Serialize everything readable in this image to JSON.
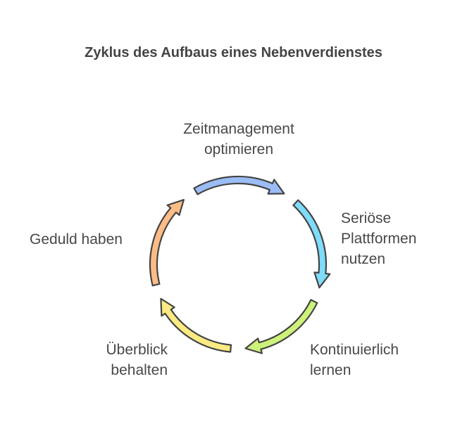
{
  "title": "Zyklus des Aufbaus eines Nebenverdienstes",
  "steps": [
    {
      "label_1": "Zeitmanagement",
      "label_2": "optimieren",
      "color": "#9bbdf7"
    },
    {
      "label_1": "Seriöse",
      "label_2": "Plattformen",
      "label_3": "nutzen",
      "color": "#7fdcfb"
    },
    {
      "label_1": "Kontinuierlich",
      "label_2": "lernen",
      "color": "#cdf27a"
    },
    {
      "label_1": "Überblick",
      "label_2": "behalten",
      "color": "#fbeb82"
    },
    {
      "label_1": "Geduld haben",
      "color": "#fbbd85"
    }
  ]
}
